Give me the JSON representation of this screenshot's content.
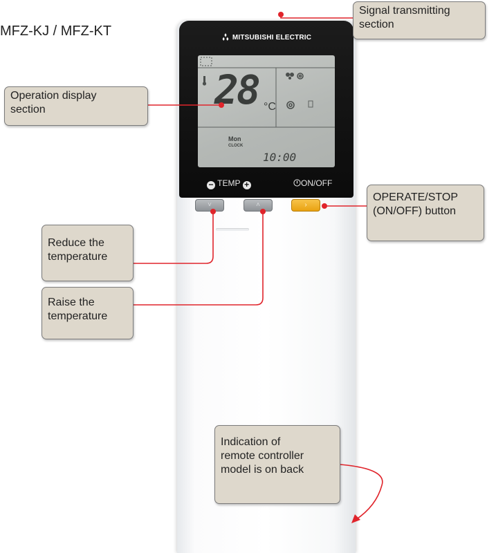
{
  "model_title": "MFZ-KJ / MFZ-KT",
  "remote": {
    "brand": "MITSUBISHI ELECTRIC",
    "lcd": {
      "temperature": "28",
      "unit": "°C",
      "day": "Mon",
      "clock_label": "CLOCK",
      "time": "10:00"
    },
    "labels": {
      "temp": "TEMP",
      "onoff": "ON/OFF"
    },
    "buttons": {
      "temp_down_glyph": "˅",
      "temp_up_glyph": "˄",
      "onoff_glyph": "›"
    }
  },
  "callouts": {
    "signal": "Signal transmitting\nsection",
    "display": "Operation display\nsection",
    "operate": "OPERATE/STOP\n(ON/OFF) button",
    "reduce": "Reduce the\ntemperature",
    "raise": "Raise the\ntemperature",
    "model_indication": "Indication of\nremote controller\nmodel is on back"
  },
  "colors": {
    "callout_fill": "#ded8cc",
    "leader_line": "#e0242b",
    "onoff_button": "#f2b32c"
  }
}
